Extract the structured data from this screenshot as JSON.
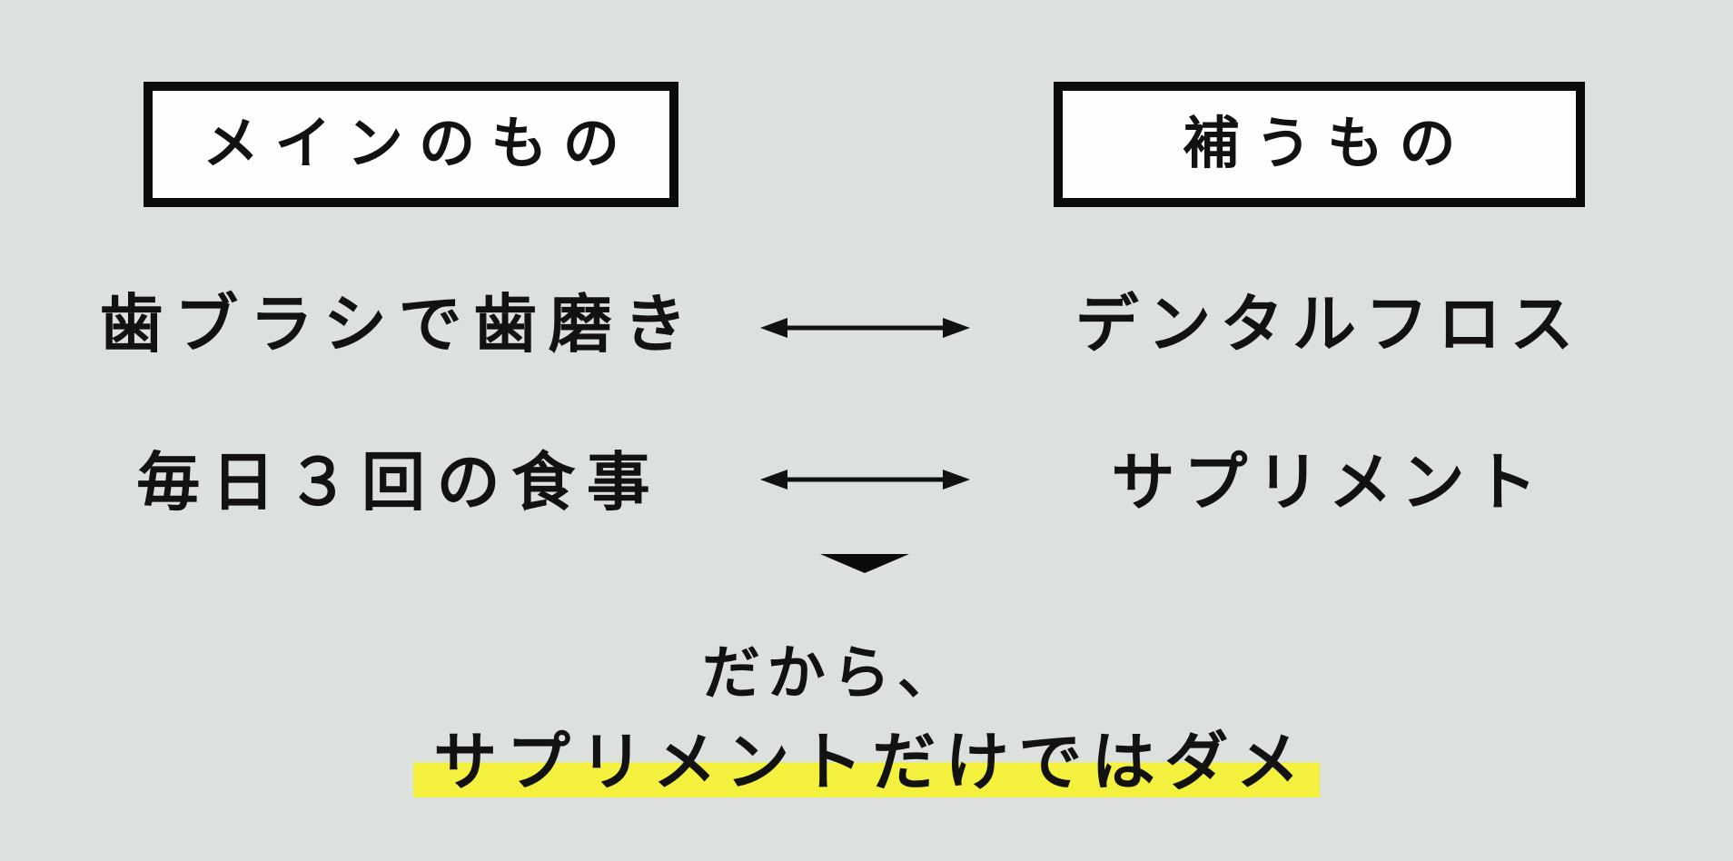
{
  "colors": {
    "background": "#dce1dd",
    "box_background": "#fefefe",
    "box_border": "#0b0b0b",
    "text": "#121212",
    "highlight": "#f4f13e",
    "arrow": "#111111"
  },
  "headers": {
    "left": "メインのもの",
    "right": "補うもの"
  },
  "rows": [
    {
      "main": "歯ブラシで歯磨き",
      "supplement": "デンタルフロス"
    },
    {
      "main": "毎日３回の食事",
      "supplement": "サプリメント"
    }
  ],
  "icons": {
    "row_connector": "double-arrow-icon",
    "conclusion_marker": "down-triangle-icon"
  },
  "conclusion": {
    "intro": "だから、",
    "highlighted": "サプリメントだけではダメ"
  }
}
